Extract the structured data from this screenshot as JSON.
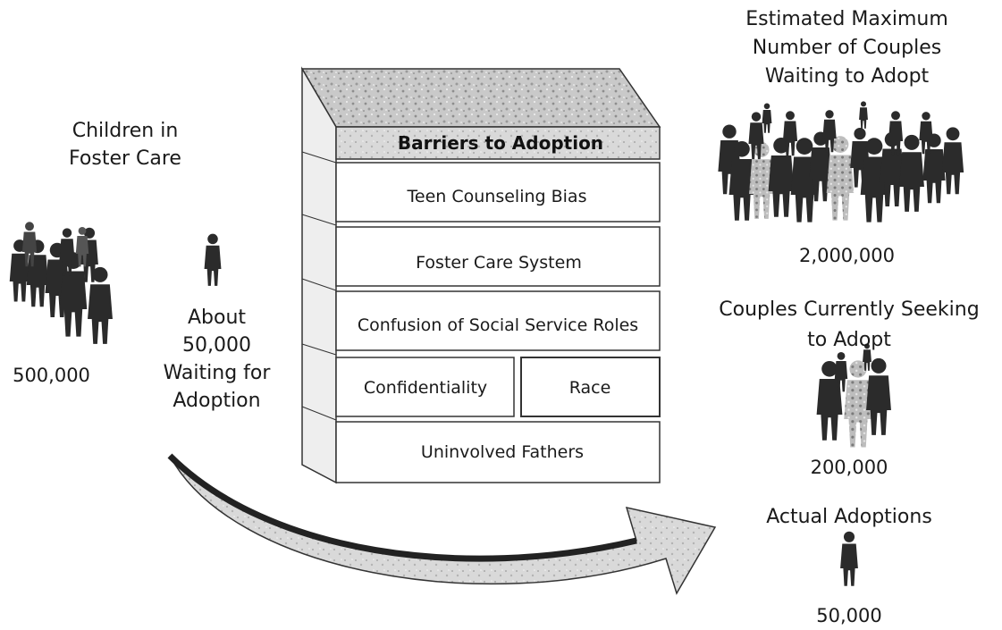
{
  "left": {
    "title": "Children in\nFoster Care",
    "count": "500,000",
    "waiting": "About\n50,000\nWaiting for\nAdoption"
  },
  "barriers": {
    "title": "Barriers to Adoption",
    "layers": [
      "Teen Counseling Bias",
      "Foster Care System",
      "Confusion of Social Service Roles",
      "Confidentiality",
      "Race",
      "Uninvolved Fathers"
    ]
  },
  "right": {
    "max_title": "Estimated Maximum\nNumber of Couples\nWaiting to Adopt",
    "max_count": "2,000,000",
    "seeking_title": "Couples Currently Seeking\nto Adopt",
    "seeking_count": "200,000",
    "actual_title": "Actual Adoptions",
    "actual_count": "50,000"
  }
}
